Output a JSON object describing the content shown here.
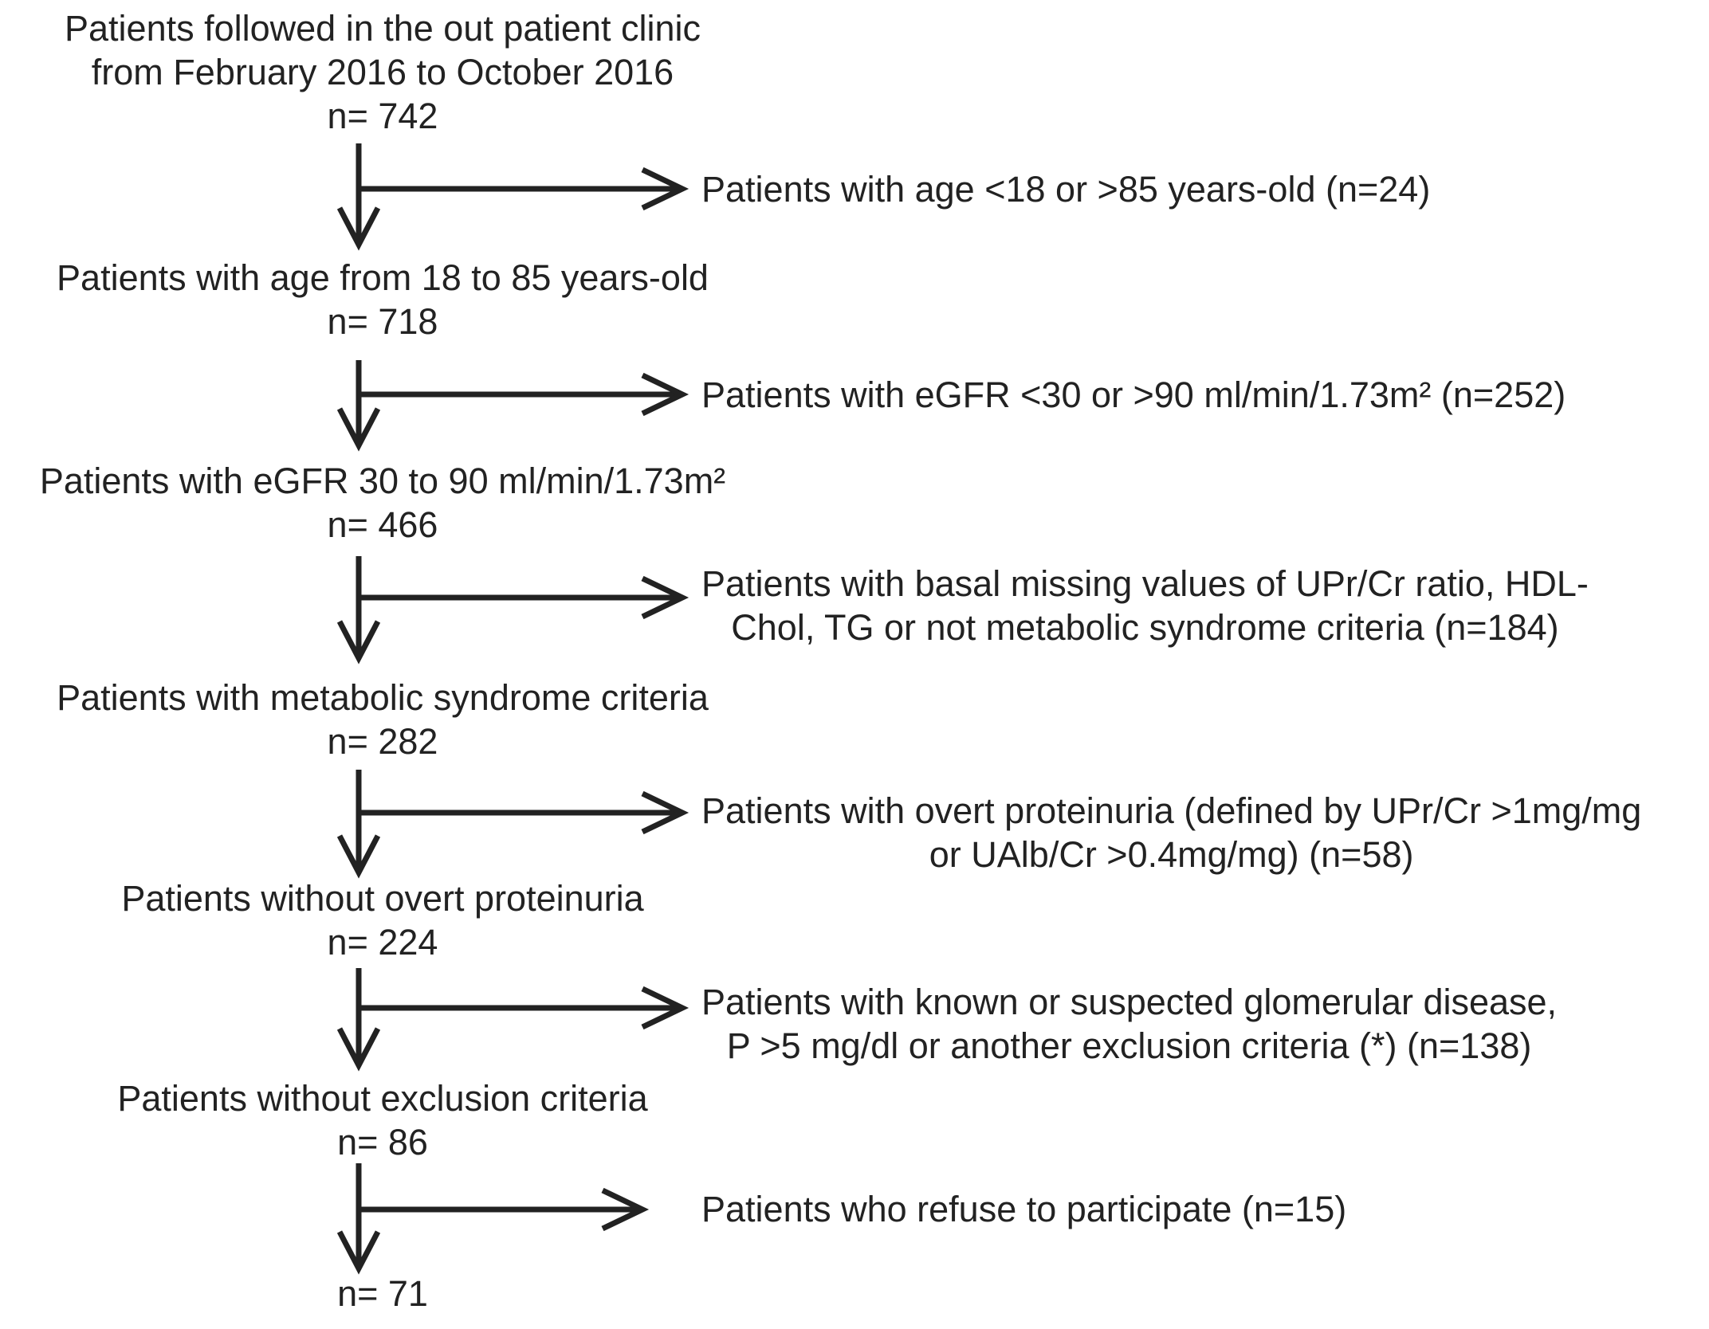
{
  "colors": {
    "background": "#ffffff",
    "ink": "#222222"
  },
  "nodes": [
    {
      "line1": "Patients followed in the out patient clinic",
      "line2": "from February 2016 to October 2016",
      "count": "n= 742"
    },
    {
      "line1": "Patients with age from 18 to 85 years-old",
      "count": "n= 718"
    },
    {
      "line1": "Patients with eGFR 30 to 90 ml/min/1.73m²",
      "count": "n= 466"
    },
    {
      "line1": "Patients with metabolic syndrome criteria",
      "count": "n= 282"
    },
    {
      "line1": "Patients without overt proteinuria",
      "count": "n= 224"
    },
    {
      "line1": "Patients without exclusion criteria",
      "count": "n= 86"
    },
    {
      "count": "n= 71"
    }
  ],
  "exclusions": [
    {
      "line1": "Patients with age <18 or >85 years-old (n=24)"
    },
    {
      "line1": "Patients with eGFR <30 or >90 ml/min/1.73m² (n=252)"
    },
    {
      "line1": "Patients with basal missing values of UPr/Cr ratio, HDL-",
      "line2": "Chol, TG or not metabolic syndrome criteria (n=184)"
    },
    {
      "line1": "Patients with overt proteinuria (defined by UPr/Cr >1mg/mg",
      "line2": "or UAlb/Cr >0.4mg/mg) (n=58)"
    },
    {
      "line1": "Patients with known or suspected glomerular disease,",
      "line2": "P >5 mg/dl or another exclusion criteria (*) (n=138)"
    },
    {
      "line1": "Patients who refuse to participate (n=15)"
    }
  ]
}
